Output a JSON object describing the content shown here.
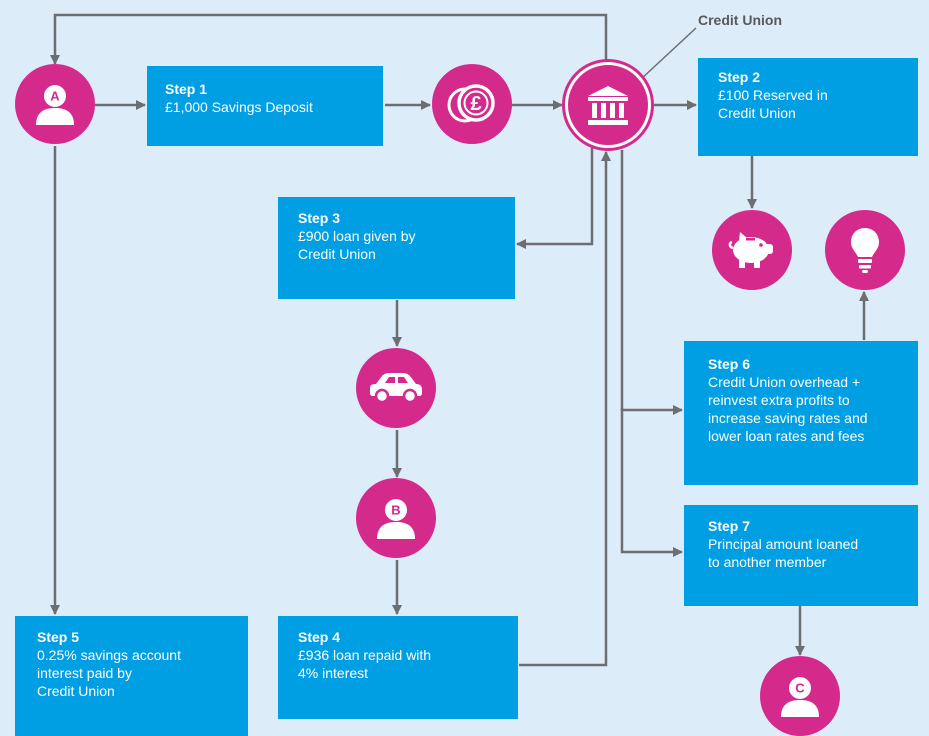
{
  "credit_union_label": "Credit Union",
  "steps": [
    {
      "step": "Step 1",
      "desc": "£1,000 Savings Deposit"
    },
    {
      "step": "Step 2",
      "desc": "£100 Reserved in\nCredit Union"
    },
    {
      "step": "Step 3",
      "desc": "£900 loan given by\nCredit Union"
    },
    {
      "step": "Step 4",
      "desc": "£936 loan repaid with\n4% interest"
    },
    {
      "step": "Step 5",
      "desc": "0.25% savings account\ninterest paid by\nCredit Union"
    },
    {
      "step": "Step 6",
      "desc": "Credit Union overhead +\nreinvest extra profits to\nincrease saving rates and\nlower loan rates and fees"
    },
    {
      "step": "Step 7",
      "desc": "Principal amount loaned\nto another member"
    }
  ],
  "members": {
    "a": "A",
    "b": "B",
    "c": "C"
  },
  "icons": {
    "member": "person-icon",
    "coin": "pound-coin-icon",
    "bank": "bank-icon",
    "piggy": "piggy-bank-icon",
    "bulb": "lightbulb-icon",
    "car": "car-icon"
  },
  "colors": {
    "background": "#dcecf8",
    "box": "#009fe3",
    "node": "#d42a8c",
    "arrow": "#6d6e71",
    "text": "#ffffff"
  }
}
